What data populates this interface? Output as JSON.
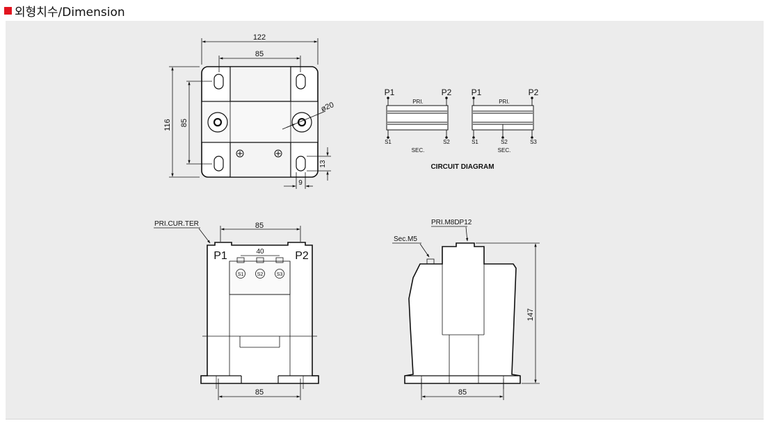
{
  "header": {
    "title": "외형치수/Dimension",
    "accent_color": "#e2141f"
  },
  "top_view": {
    "width": "122",
    "hole_pitch": "85",
    "height": "116",
    "vertical_pitch": "85",
    "diameter": "ø20",
    "slot_height": "13",
    "slot_width": "9"
  },
  "circuit": {
    "caption": "CIRCUIT DIAGRAM",
    "left": {
      "p1": "P1",
      "p2": "P2",
      "pri": "PRI.",
      "s1": "S1",
      "s2": "S2",
      "sec": "SEC."
    },
    "right": {
      "p1": "P1",
      "p2": "P2",
      "pri": "PRI.",
      "s1": "S1",
      "s2": "S2",
      "s3": "S3",
      "sec": "SEC."
    }
  },
  "front_view": {
    "callout": "PRI.CUR.TER",
    "top_dim": "85",
    "p1": "P1",
    "p2": "P2",
    "terminal_pitch": "40",
    "s1": "S1",
    "s2": "S2",
    "s3": "S3",
    "bottom_dim": "85"
  },
  "side_view": {
    "pri_callout": "PRI.M8DP12",
    "sec_callout": "Sec.M5",
    "height": "147",
    "bottom_dim": "85"
  }
}
